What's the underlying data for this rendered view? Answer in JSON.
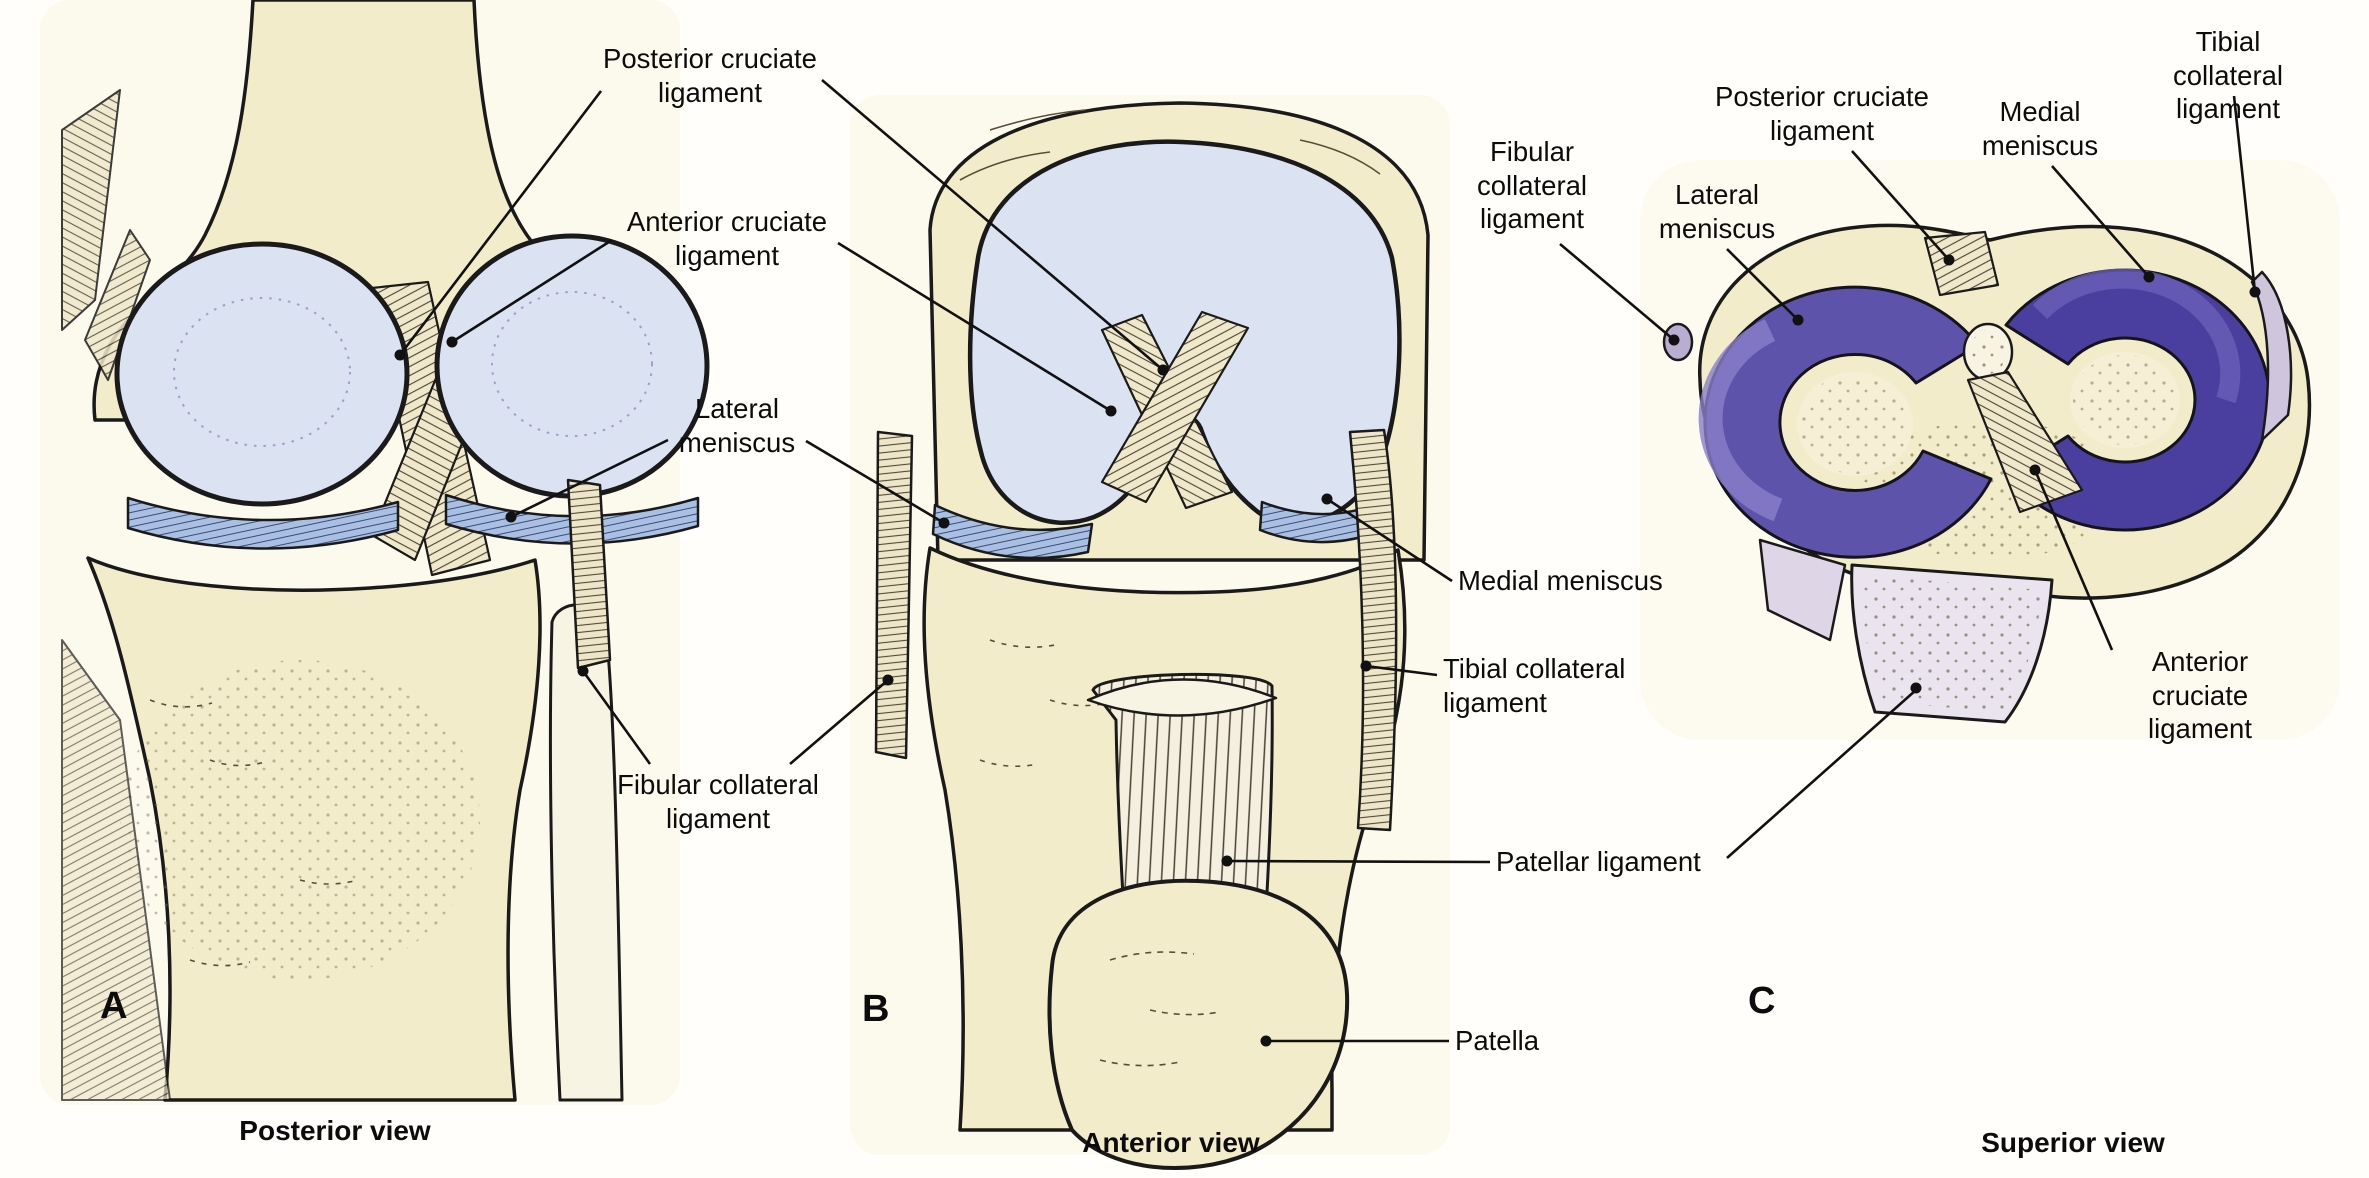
{
  "figure_type": "anatomical diagram - knee joint ligaments",
  "colors": {
    "bone": "#f3ecca",
    "bone_light": "#f8f4e4",
    "cartilage_blue": "#dbe2f2",
    "meniscus_blue": "#a9c0e2",
    "meniscus_lateral_purple": "#5d53ab",
    "meniscus_medial_purple": "#4a3f9e",
    "ink": "#1a1a1a"
  },
  "panels": [
    {
      "letter": "A",
      "caption": "Posterior view"
    },
    {
      "letter": "B",
      "caption": "Anterior view"
    },
    {
      "letter": "C",
      "caption": "Superior view"
    }
  ],
  "labels": {
    "posterior_cruciate_ab": "Posterior cruciate\nligament",
    "anterior_cruciate_ab": "Anterior cruciate\nligament",
    "lateral_meniscus_ab": "Lateral\nmeniscus",
    "fibular_collateral_ab": "Fibular collateral\nligament",
    "medial_meniscus_b": "Medial meniscus",
    "tibial_collateral_b": "Tibial collateral\nligament",
    "patellar_ligament_bc": "Patellar ligament",
    "patella_b": "Patella",
    "fibular_collateral_c": "Fibular\ncollateral\nligament",
    "lateral_meniscus_c": "Lateral\nmeniscus",
    "posterior_cruciate_c": "Posterior cruciate\nligament",
    "medial_meniscus_c": "Medial\nmeniscus",
    "tibial_collateral_c": "Tibial collateral\nligament",
    "anterior_cruciate_c": "Anterior cruciate\nligament"
  }
}
